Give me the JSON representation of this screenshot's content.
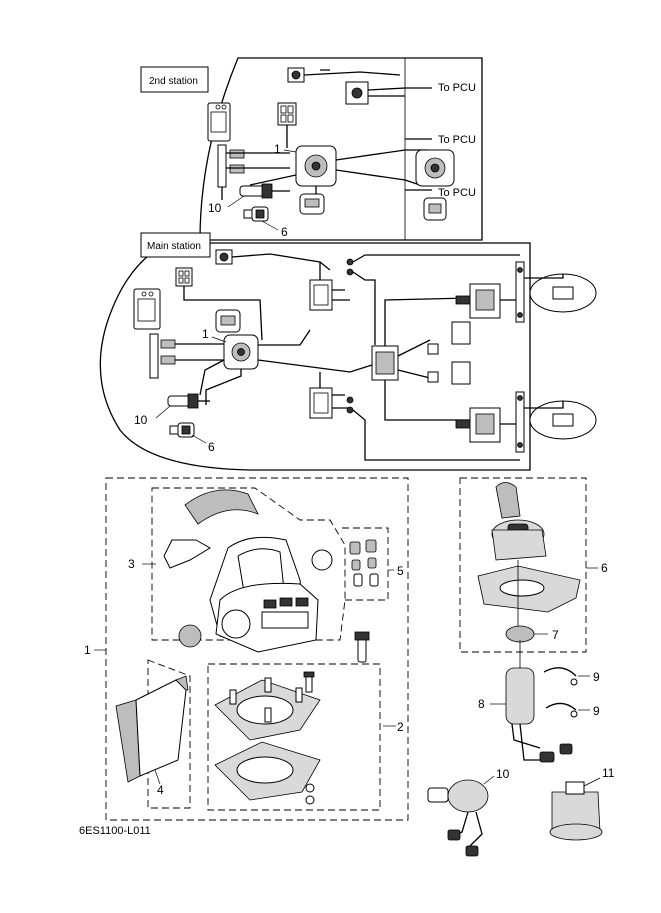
{
  "labels": {
    "second_station": "2nd station",
    "main_station": "Main station",
    "to_pcu_1": "To PCU",
    "to_pcu_2": "To PCU",
    "to_pcu_3": "To PCU",
    "drawing_code": "6ES1100-L011"
  },
  "callouts": {
    "top_1": "1",
    "top_10": "10",
    "top_6": "6",
    "main_1": "1",
    "main_10": "10",
    "main_6": "6",
    "p1": "1",
    "p2": "2",
    "p3": "3",
    "p4": "4",
    "p5": "5",
    "p6": "6",
    "p7": "7",
    "p8": "8",
    "p9a": "9",
    "p9b": "9",
    "p10": "10",
    "p11": "11"
  }
}
